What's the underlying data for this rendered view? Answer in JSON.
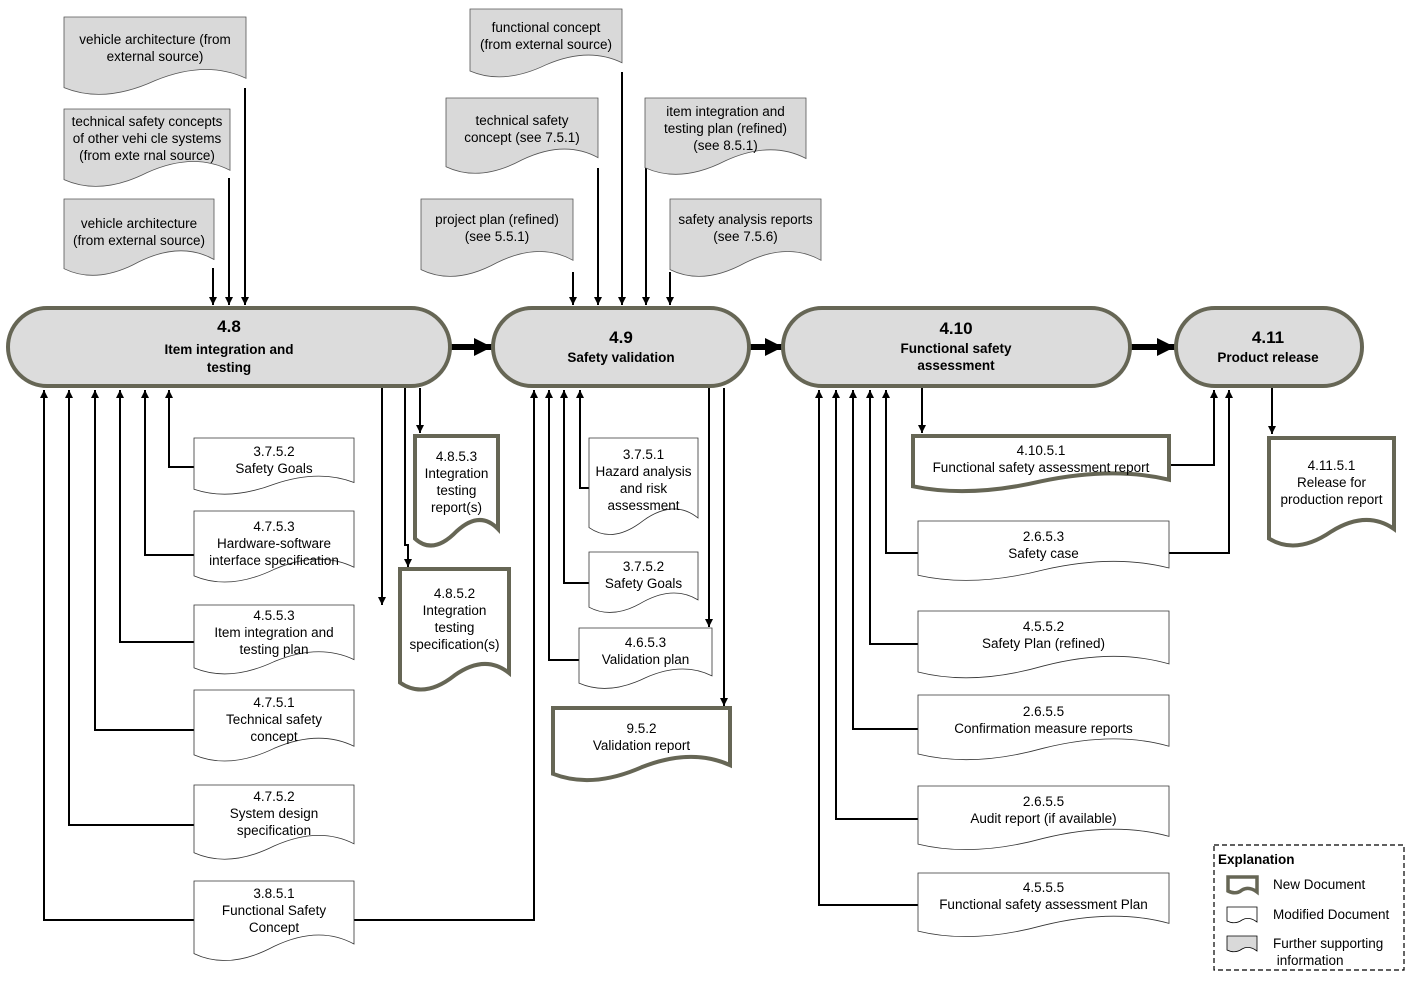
{
  "processes": {
    "p48": {
      "number": "4.8",
      "title": [
        "Item integration and",
        "testing"
      ]
    },
    "p49": {
      "number": "4.9",
      "title": [
        "Safety validation"
      ]
    },
    "p410": {
      "number": "4.10",
      "title": [
        "Functional safety",
        "assessment"
      ]
    },
    "p411": {
      "number": "4.11",
      "title": [
        "Product release"
      ]
    }
  },
  "supporting_docs": {
    "veh_arch_top": [
      "vehicle architecture (from",
      "external source)"
    ],
    "tsc_other": [
      "technical safety concepts",
      "of other vehi cle systems",
      "(from exte rnal source)"
    ],
    "veh_arch_low": [
      "vehicle architecture",
      "(from external source)"
    ],
    "func_concept": [
      "functional concept",
      "(from external source)"
    ],
    "tsc_751": [
      "technical safety",
      "concept (see 7.5.1)"
    ],
    "item_int_plan": [
      "item integration and",
      "testing plan (refined)",
      "(see 8.5.1)"
    ],
    "proj_plan": [
      "project plan (refined)",
      "(see 5.5.1)"
    ],
    "safety_reports": [
      "safety analysis reports",
      "(see 7.5.6)"
    ]
  },
  "modified_docs": {
    "sg_3752_a": [
      "3.7.5.2",
      "Safety Goals"
    ],
    "hsi_4753": [
      "4.7.5.3",
      "Hardware-software",
      "interface specification"
    ],
    "iitp_4553": [
      "4.5.5.3",
      "Item integration and",
      "testing plan"
    ],
    "tsc_4751": [
      "4.7.5.1",
      "Technical safety",
      "concept"
    ],
    "sds_4752": [
      "4.7.5.2",
      "System design",
      "specification"
    ],
    "fsc_3851": [
      "3.8.5.1",
      "Functional Safety",
      "Concept"
    ],
    "hara_3751": [
      "3.7.5.1",
      "Hazard analysis",
      "and risk",
      "assessment"
    ],
    "sg_3752_b": [
      "3.7.5.2",
      "Safety Goals"
    ],
    "vp_4653": [
      "4.6.5.3",
      "Validation plan"
    ],
    "sc_2653": [
      "2.6.5.3",
      "Safety case"
    ],
    "sp_4552": [
      "4.5.5.2",
      "Safety Plan (refined)"
    ],
    "cmr_2655": [
      "2.6.5.5",
      "Confirmation measure reports"
    ],
    "ar_2655": [
      "2.6.5.5",
      "Audit report (if available)"
    ],
    "fsap_4555": [
      "4.5.5.5",
      "Functional safety assessment Plan"
    ]
  },
  "new_docs": {
    "itr_4853": [
      "4.8.5.3",
      "Integration",
      "testing",
      "report(s)"
    ],
    "its_4852": [
      "4.8.5.2",
      "Integration",
      "testing",
      "specification(s)"
    ],
    "vr_952": [
      "9.5.2",
      "Validation report"
    ],
    "fsar_41051": [
      "4.10.5.1",
      "Functional safety assessment report"
    ],
    "rpr_41151": [
      "4.11.5.1",
      "Release for",
      "production report"
    ]
  },
  "legend": {
    "title": "Explanation",
    "new_label": "New Document",
    "modified_label": "Modified  Document",
    "supporting_label": [
      "Further supporting",
      " information"
    ]
  },
  "colors": {
    "process_fill": "#dcdcdc",
    "process_border": "#666655",
    "supporting_fill": "#d9d9d9",
    "new_doc_border": "#666655",
    "line": "#000000"
  }
}
